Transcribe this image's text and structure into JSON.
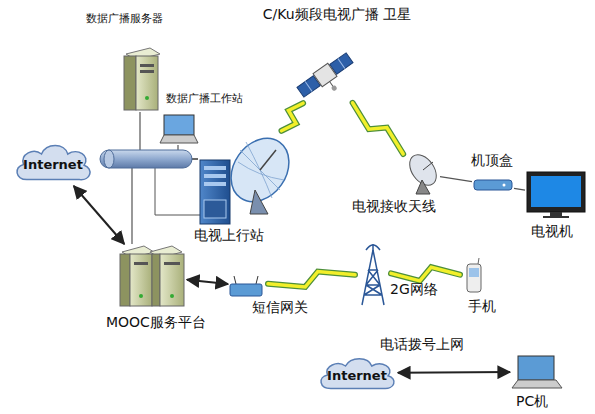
{
  "diagram": {
    "nodes": [
      {
        "text": [
          "数据广播服务器"
        ]
      },
      {
        "text": [
          "数据广播工作站"
        ]
      },
      {
        "text": [
          "C/Ku频段电视广播 卫星"
        ]
      },
      {
        "text": [
          "Internet"
        ]
      },
      {
        "text": [
          "电视上行站"
        ]
      },
      {
        "text": [
          "电视接收天线"
        ]
      },
      {
        "text": [
          "机顶盒"
        ]
      },
      {
        "text": [
          "电视机"
        ]
      },
      {
        "text": [
          "MOOC服务平台"
        ]
      },
      {
        "text": [
          "短信网关"
        ]
      },
      {
        "text": [
          "2G网络"
        ]
      },
      {
        "text": [
          "手机"
        ]
      },
      {
        "text": [
          "Internet"
        ]
      },
      {
        "text": [
          "PC机"
        ]
      }
    ],
    "edges": [
      {
        "from": 0,
        "to": 4,
        "arrow": "none"
      },
      {
        "from": 1,
        "to": 4,
        "arrow": "none"
      },
      {
        "from": 8,
        "to": 4,
        "arrow": "none"
      },
      {
        "from": 3,
        "to": 8,
        "arrow": "both"
      },
      {
        "from": 4,
        "to": 2,
        "arrow": "none"
      },
      {
        "from": 2,
        "to": 5,
        "arrow": "none"
      },
      {
        "from": 5,
        "to": 6,
        "arrow": "none"
      },
      {
        "from": 6,
        "to": 7,
        "arrow": "none"
      },
      {
        "from": 8,
        "to": 9,
        "arrow": "both"
      },
      {
        "from": 9,
        "to": 10,
        "arrow": "none"
      },
      {
        "from": 10,
        "to": 11,
        "arrow": "none"
      },
      {
        "from": 12,
        "to": 13,
        "arrow": "both",
        "label": "电话拨号上网"
      }
    ]
  }
}
